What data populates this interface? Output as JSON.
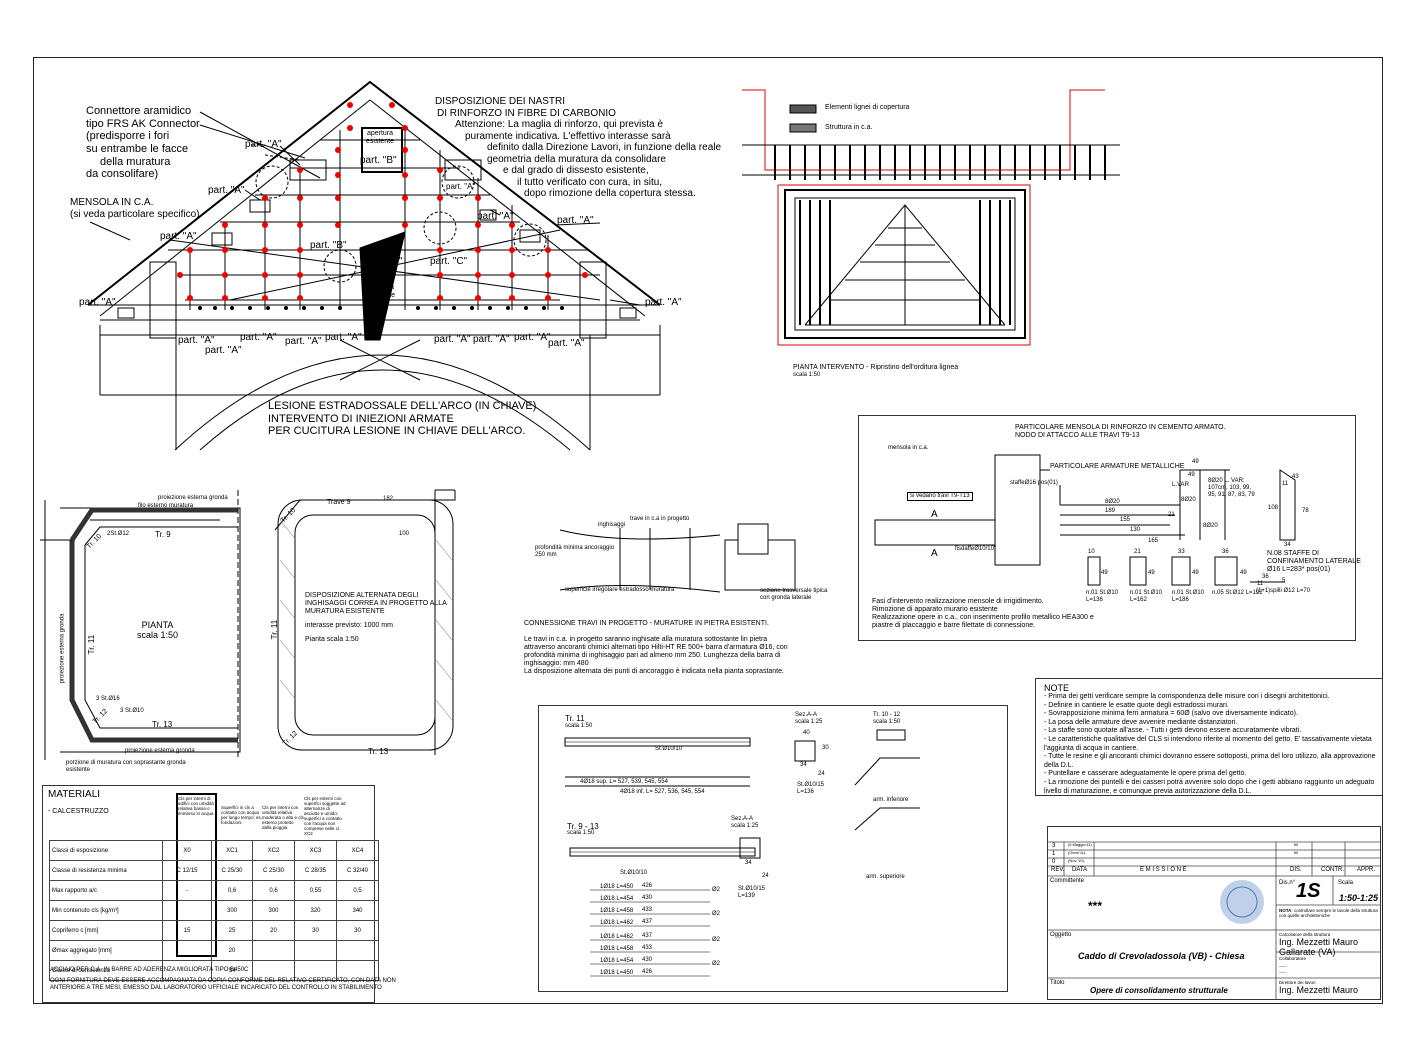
{
  "sheet": {
    "main": {
      "connector_note": [
        "Connettore aramidico",
        "tipo FRS AK Connector",
        "(predisporre i fori",
        "su entrambe le facce",
        "della muratura",
        "da consolifare)"
      ],
      "mensola_note": [
        "MENSOLA IN C.A.",
        "(si veda particolare specifico)"
      ],
      "nastri_note": [
        "DISPOSIZIONE DEI NASTRI",
        "DI RINFORZO IN FIBRE DI CARBONIO",
        "Attenzione: La maglia di rinforzo, qui prevista è",
        "puramente indicativa.  L'effettivo interasse sarà",
        "definito dalla Direzione Lavori, in funzione della reale",
        "geometria della muratura da consolidare",
        "e dal grado di dissesto esistente,",
        "il tutto verificato con cura, in situ,",
        "dopo rimozione della copertura stessa."
      ],
      "part_a": "part. \"A\"",
      "part_b": "part. \"B\"",
      "part_c": "part. \"C\"",
      "apertura": [
        "apertura",
        "esistente"
      ],
      "lesione_note": [
        "LESIONE ESTRADOSSALE DELL'ARCO (IN CHIAVE)",
        "INTERVENTO DI INIEZIONI ARMATE",
        "PER CUCITURA LESIONE IN CHIAVE DELL'ARCO."
      ]
    },
    "pianta_intervento": {
      "legend1": "Elementi lignei di copertura",
      "legend2": "Struttura in c.a.",
      "caption": "PIANTA INTERVENTO - Ripristino dell'orditura lignea",
      "scale": "scala 1:50"
    },
    "mensola": {
      "title": [
        "PARTICOLARE MENSOLA DI RINFORZO IN CEMENTO ARMATO.",
        "NODO DI ATTACCO ALLE TRAVI T9-13"
      ],
      "armature_title": "PARTICOLARE ARMATURE METALLICHE",
      "mensola_label": "mensola in c.a.",
      "staffe": "staffeØ16 pos(01)",
      "vedano": "si vedano travi T9-T13",
      "fissaffe": "fisdaffeØ10/10\"",
      "a_mark": "A",
      "bar_labels": [
        "8Ø20",
        "189",
        "155",
        "130",
        "165",
        "49",
        "21",
        "49",
        "L.VAR",
        "8Ø20",
        "8Ø20"
      ],
      "lvar": [
        "8Ø20 L. VAR:",
        "107cm, 103, 99,",
        "95, 91, 87, 83, 79"
      ],
      "stirrups": [
        {
          "dims": [
            "10",
            "49"
          ],
          "label": [
            "n.01 St.Ø10",
            "L=136"
          ]
        },
        {
          "dims": [
            "21",
            "49"
          ],
          "label": [
            "n.01 St.Ø10",
            "L=162"
          ]
        },
        {
          "dims": [
            "33",
            "49"
          ],
          "label": [
            "n.01 St.Ø10",
            "L=186"
          ]
        },
        {
          "dims": [
            "36",
            "49"
          ],
          "label": [
            "n.05 St.Ø12 L=192"
          ]
        }
      ],
      "confinamento": [
        "N.08 STAFFE DI",
        "CONFINAMENTO LATERALE",
        "Ø16  L=283* pos(01)"
      ],
      "conf_dims": [
        "43",
        "11",
        "108",
        "78",
        "34"
      ],
      "spilli_dims": [
        "36",
        "11",
        "5"
      ],
      "spilli": "(1+1)spilli Ø12 L=70",
      "fasi": [
        "Fasi d'intervento realizzazione mensole di irrigidimento.",
        "Rimozione di apparato murario esistente",
        "Realizzazione opere in c.a., con  inserimento profilo metallico HEA300 e",
        "piastre di placcaggio e barre filettate di connessione."
      ]
    },
    "pianta_left": {
      "title": "PIANTA",
      "scale": "scala 1:50",
      "tr9": "Tr. 9",
      "tr11": "Tr. 11",
      "tr12": "Tr. 12",
      "tr13": "Tr. 13",
      "tr10": "Tr. 10",
      "notes": [
        "proiezione esterna gronda",
        "filo esterno muratura",
        "porzione di muratura con soprastante gronda",
        "esistente",
        "proiezione esterna gronda",
        "3 St.Ø16",
        "3 St.Ø10",
        "2St.Ø12",
        "proiezione esterna gronda"
      ]
    },
    "pianta_mid": {
      "trave9": "Trave 9",
      "dims": [
        "182",
        "100"
      ],
      "notes": [
        "DISPOSIZIONE ALTERNATA DEGLI",
        "INGHISAGGI CORREA IN PROGETTO ALLA",
        "MURATURA ESISTENTE",
        "interasse previsto: 1000 mm",
        "Pianta scala 1:50"
      ],
      "tr10": "Tr. 10",
      "tr11": "Tr. 11",
      "tr12": "Tr. 12",
      "tr13": "Tr. 13"
    },
    "connessione": {
      "labels": [
        "inghisaggi",
        "trave in c.a in progetto",
        "profondità minima ancoraggio",
        "250 mm",
        "superficie irregolare estradosso muratura",
        "sezione trasversale tipica",
        "con gronda laterale"
      ],
      "title": "CONNESSIONE TRAVI IN PROGETTO - MURATURE IN PIETRA ESISTENTI.",
      "text": [
        "Le travi in c.a. in progetto saranno inghisate alla muratura sottostante lin pietra",
        "attraverso ancoranti chimici alternati tipo Hilti-HT RE 500+ barra d'armatura Ø16, con",
        "profondità minima di inghisaggio pari ad almeno mm 250. Lunghezza della barra di",
        "inghisaggio: mm 480",
        "La disposizione alternata dei punti di ancoraggio è indicata nella pianta soprastante."
      ]
    },
    "travi": {
      "tr11": "Tr. 11",
      "tr11_scale": "scala 1:50",
      "st1": "St.Ø10/10",
      "sup": "4Ø18 sup. L= 527, 539, 545, 554",
      "inf": "4Ø18 inf. L= 527, 536, 545, 554",
      "tr913": "Tr. 9 - 13",
      "tr913_scale": "scala 1:50",
      "st2": "St.Ø10/10",
      "sez1": [
        "Sez.A-A",
        "scala 1:25"
      ],
      "sez2": [
        "Sez.A-A",
        "scala 1:25"
      ],
      "sez_dims": [
        "40",
        "30",
        "34",
        "24",
        "34",
        "24"
      ],
      "sez_st1": [
        "St.Ø10/15",
        "L=136"
      ],
      "sez_st2": [
        "St.Ø10/15",
        "L=139"
      ],
      "tr1012": "Tr. 10 - 12",
      "tr1012_scale": "scala 1:50",
      "arm_inf": "arm. inferiore",
      "arm_sup": "arm. superiore",
      "bars": [
        "1Ø18 L=450",
        "1Ø18 L=454",
        "1Ø18 L=458",
        "1Ø18 L=462",
        "1Ø18 L=462",
        "1Ø18 L=458",
        "1Ø18 L=454",
        "1Ø18 L=450"
      ],
      "bar_len": [
        "426",
        "430",
        "433",
        "437",
        "437",
        "433",
        "430",
        "426"
      ],
      "bar_end": "Ø2"
    },
    "note": {
      "title": "NOTE",
      "lines": [
        "- Prima dei getti verificare sempre la corrispondenza delle misure con i disegni architettonici.",
        "- Definire in cantiere le esatte quote degli estradossi murari.",
        "- Sovrapposizione minima ferri armatura = 60Ø (salvo ove diversamente indicato).",
        "- La posa delle armature deve avvenire mediante distanziatori.",
        "- La staffe sono quotate all'asse. - Tutti i getti devono essere accuratamente vibrati.",
        "- Le caratteristiche qualitative del CLS si intendono riferite al momento del getto. E' tassativamente vietata",
        "l'aggiunta di acqua in cantiere.",
        "- Tutte le resine e gli ancoranti chimici dovranno essere sottoposti, prima del loro utilizzo, alla approvazione",
        "della D.L.",
        "- Puntellare e casserare adeguatamente le opere prima del getto.",
        "- La rimozione dei puntelli e dei casseri potrà avvenire solo dopo che i getti abbiano raggiunto un adeguato",
        "livello di maturazione, e comunque previa autorizzazione della D.L."
      ]
    },
    "materiali": {
      "title": "MATERIALI",
      "subtitle": "- CALCESTRUZZO",
      "col_heads": [
        "Cls per interni di edifici con umidità relativa bassa o immerso in acqua",
        "Superfici in cls a contatto con acqua per lungo tempo; es. fondazioni",
        "Cls per interni  con umidità relativa moderata o alta e cls esterno protetto dalla pioggia",
        "Cls per esterni con superfici soggette ad alternanze di asciutto e umido; superfici a contatto con l'acqua non comprese nelle cl. XC2"
      ],
      "rows": [
        [
          "Classi di esposizione",
          "X0",
          "XC1",
          "XC2",
          "XC3",
          "XC4"
        ],
        [
          "Classe di resistenza minima",
          "C 12/15",
          "C 25/30",
          "C 25/30",
          "C 28/35",
          "C 32/40"
        ],
        [
          "Max rapporto a/c",
          "-",
          "0,6",
          "0,6",
          "0,55",
          "0,5"
        ],
        [
          "Min contenuto cls [kg/m³]",
          "",
          "300",
          "300",
          "320",
          "340"
        ],
        [
          "Copriferro c [mm]",
          "15",
          "25",
          "20",
          "30",
          "30"
        ],
        [
          "Ømax aggregato [mm]",
          "",
          "20",
          "",
          "",
          ""
        ],
        [
          "Classe di consistenza",
          "",
          "S4",
          "",
          "",
          ""
        ]
      ],
      "acciaio": "ACCIAIO PER C.A. IN BARRE AD ADERENZA MIGLIORATA TIPO B450C",
      "fornitura": [
        "OGNI FORNITURA DEVE ESSERE ACCOMPAGNATA DA COPIA CONFORME DEL RELATIVO CERTIFICATO, CON DATA NON",
        "ANTERIORE A TRE MESI, EMESSO DAL LABORATORIO UFFICIALE INCARICATO DEL CONTROLLO IN STABILIMENTO"
      ]
    },
    "title_block": {
      "rev_rows": [
        [
          "3",
          "(Il Maggio'11)",
          "fill"
        ],
        [
          "1",
          "(Genn'11)",
          "fill"
        ],
        [
          "0",
          "(Nov.'10)",
          ""
        ]
      ],
      "rev_head": [
        "REV.",
        "DATA",
        "E M I S S I O N E",
        "DIS.",
        "CONTR.",
        "APPR."
      ],
      "committente": "Committente",
      "committente_val": "***",
      "dis_label": "Dis.n°",
      "dis_val": "1S",
      "scala_label": "Scala",
      "scala_val": "1:50-1:25",
      "nota": "NOTA",
      "nota_text": ": controllare sempre le tavole della struttura con quelle architettoniche",
      "oggetto": "Oggetto",
      "oggetto_val": "Caddo di Crevoladossola (VB) - Chiesa",
      "calc_label": "Calcolatore della struttura",
      "calc_val": [
        "Ing. Mezzetti Mauro",
        "Gallarate (VA)"
      ],
      "coll": "Collaboratore",
      "dash": "-----",
      "titolo": "Titolo",
      "titolo_val": "Opere di consolidamento strutturale",
      "dl_label": "Direttore dei lavori",
      "dl_val": "Ing. Mezzetti Mauro"
    }
  }
}
